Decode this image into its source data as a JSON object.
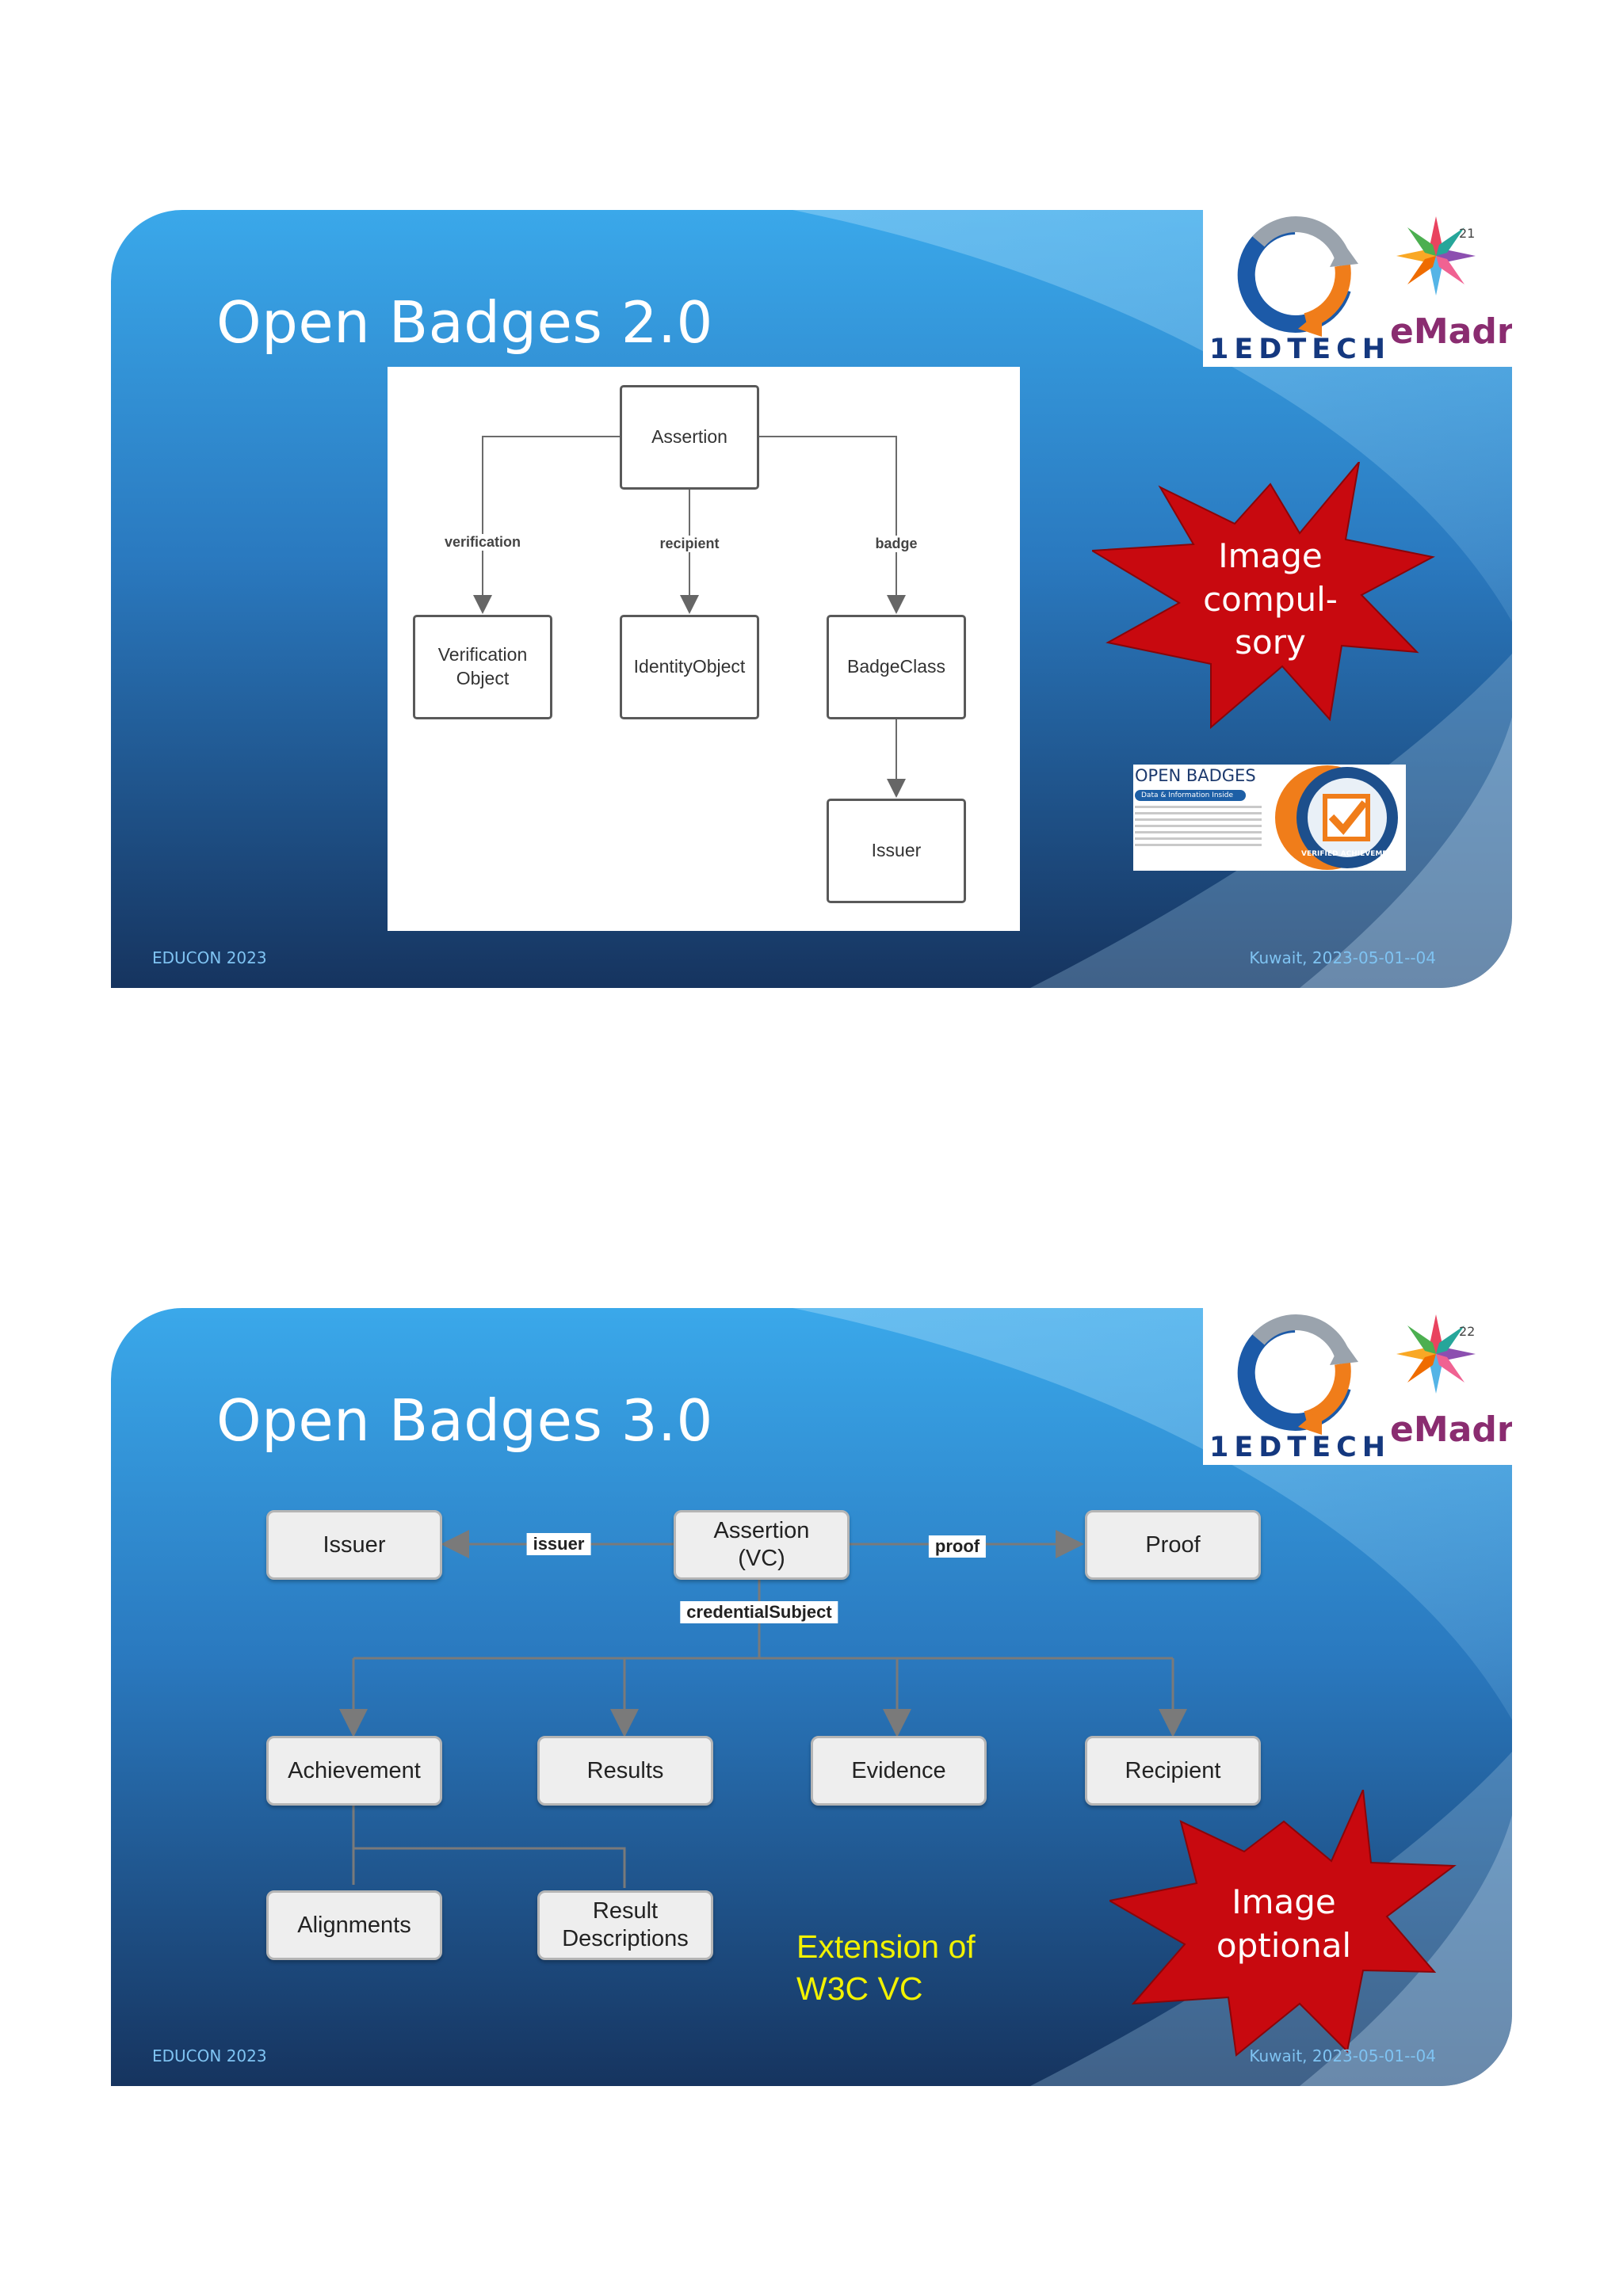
{
  "slide1": {
    "title": "Open Badges 2.0",
    "footer_left": "EDUCON 2023",
    "footer_right": "Kuwait, 2023-05-01--04",
    "page_number": "21",
    "logo_1edtech": "1EDTECH",
    "logo_emadrid": "eMadrid",
    "diagram": {
      "boxes": {
        "assertion": "Assertion",
        "verification": "Verification\nObject",
        "identity": "IdentityObject",
        "badgeclass": "BadgeClass",
        "issuer": "Issuer"
      },
      "labels": {
        "verification": "verification",
        "recipient": "recipient",
        "badge": "badge"
      }
    },
    "burst_text": "Image\ncompul-\nsory",
    "badge_image": {
      "title": "OPEN BADGES",
      "subtitle": "Data & Information Inside",
      "seal": "VERIFIED ACHIEVEMENT"
    }
  },
  "slide2": {
    "title": "Open Badges 3.0",
    "footer_left": "EDUCON 2023",
    "footer_right": "Kuwait, 2023-05-01--04",
    "page_number": "22",
    "logo_1edtech": "1EDTECH",
    "logo_emadrid": "eMadrid",
    "diagram": {
      "boxes": {
        "issuer": "Issuer",
        "assertion": "Assertion\n(VC)",
        "proof": "Proof",
        "achievement": "Achievement",
        "results": "Results",
        "evidence": "Evidence",
        "recipient": "Recipient",
        "alignments": "Alignments",
        "result_descriptions": "Result\nDescriptions"
      },
      "labels": {
        "issuer": "issuer",
        "proof": "proof",
        "credential_subject": "credentialSubject"
      }
    },
    "burst_text": "Image\noptional",
    "extension_text": "Extension of\nW3C VC"
  },
  "colors": {
    "slide_bg_light": "#3aa3e6",
    "slide_bg_dark": "#143560",
    "burst_red": "#c8090f",
    "extension_yellow": "#f2f200"
  }
}
